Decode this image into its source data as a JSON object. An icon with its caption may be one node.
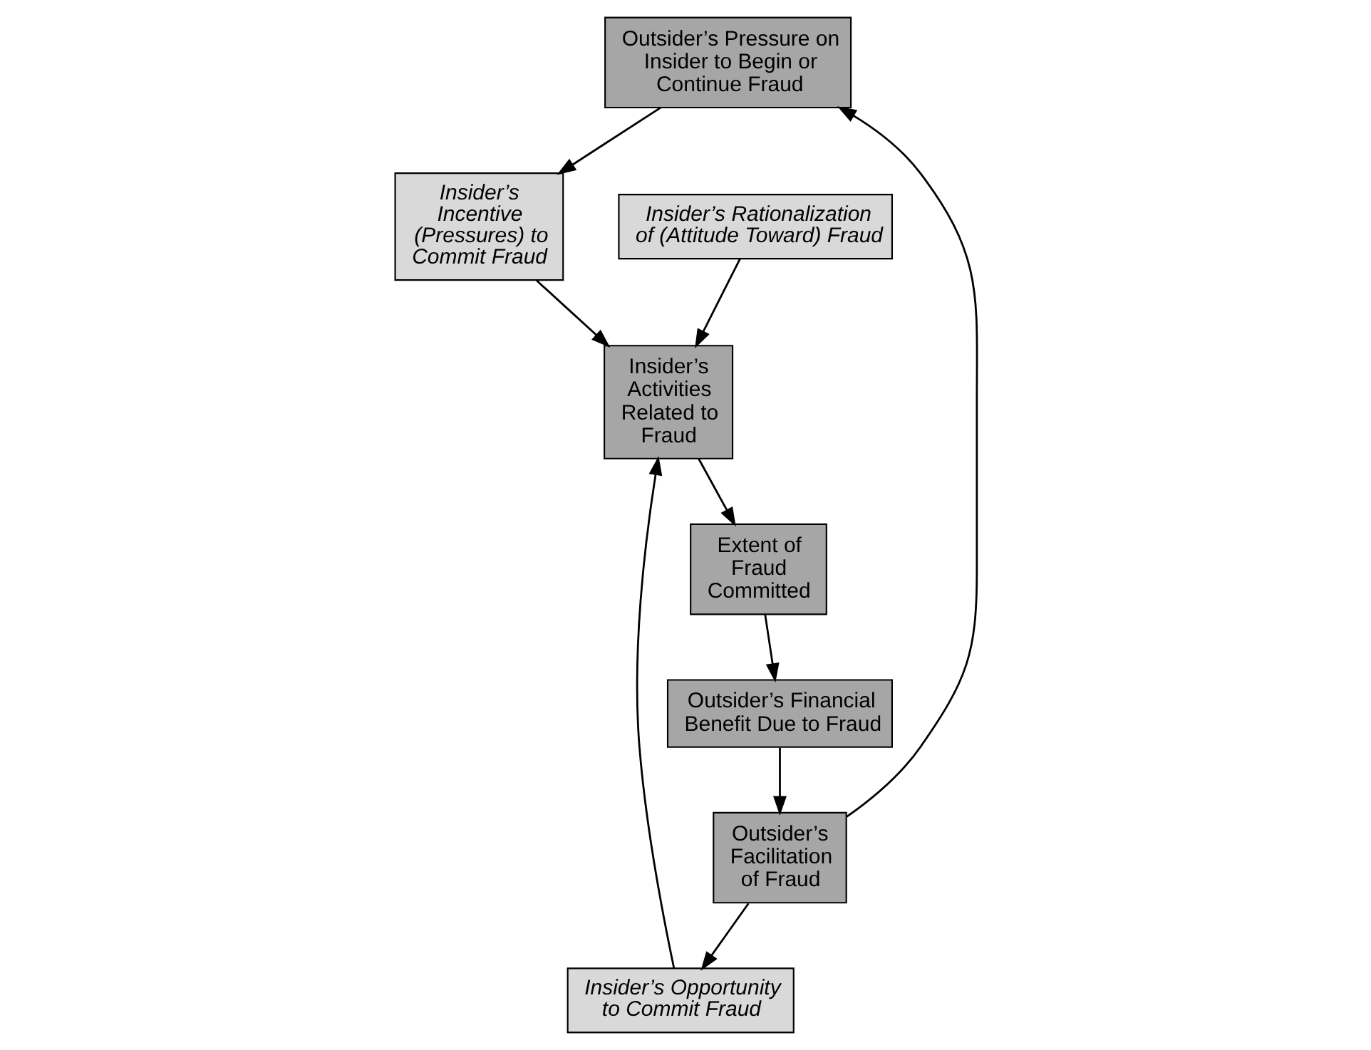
{
  "diagram": {
    "nodes": [
      {
        "text": [
          "Outsider’s Pressure on Insider to Begin or Continue Fraud"
        ]
      },
      {
        "text": [
          "Insider’s Incentive (Pressures) to Commit Fraud"
        ]
      },
      {
        "text": [
          "Insider’s Rationalization of (Attitude Toward) Fraud"
        ]
      },
      {
        "text": [
          "Insider’s Opportunity to Commit Fraud"
        ]
      },
      {
        "text": [
          "Outsider’s Facilitation of Fraud"
        ]
      },
      {
        "text": [
          "Insider’s Activities Related to Fraud"
        ]
      },
      {
        "text": [
          "Extent of Fraud Committed"
        ]
      },
      {
        "text": [
          "Outsider’s Financial Benefit Due to Fraud"
        ]
      }
    ],
    "edges": [
      {
        "from": 0,
        "to": 1,
        "arrow": "to"
      },
      {
        "from": 1,
        "to": 5,
        "arrow": "to"
      },
      {
        "from": 2,
        "to": 5,
        "arrow": "to"
      },
      {
        "from": 3,
        "to": 5,
        "arrow": "to"
      },
      {
        "from": 5,
        "to": 6,
        "arrow": "to"
      },
      {
        "from": 6,
        "to": 7,
        "arrow": "to"
      },
      {
        "from": 7,
        "to": 4,
        "arrow": "to"
      },
      {
        "from": 4,
        "to": 3,
        "arrow": "to"
      },
      {
        "from": 4,
        "to": 0,
        "arrow": "to"
      }
    ]
  }
}
